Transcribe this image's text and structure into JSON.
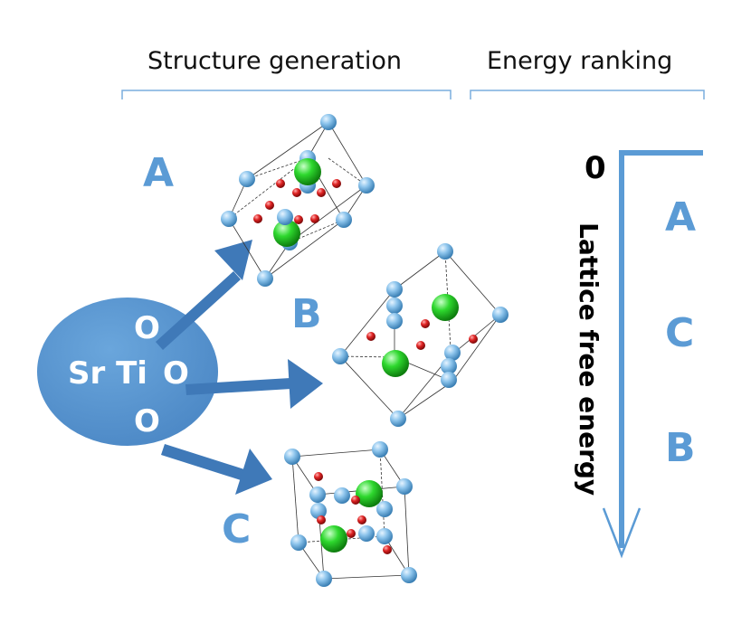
{
  "headers": {
    "structure_generation": "Structure generation",
    "energy_ranking": "Energy ranking"
  },
  "structures": {
    "a": "A",
    "b": "B",
    "c": "C"
  },
  "composition": {
    "o_top": "O",
    "sr_ti": "Sr Ti",
    "o_mid": "O",
    "o_bottom": "O"
  },
  "energy_axis": {
    "zero_label": "0",
    "axis_label": "Lattice free energy",
    "ranking": [
      "A",
      "C",
      "B"
    ]
  },
  "colors": {
    "accent_blue": "#5b9bd5",
    "arrow_blue": "#3f79b8",
    "bracket_blue": "#7aaede",
    "ti_atom": "#8cc4ec",
    "sr_atom": "#28c828",
    "o_atom": "#d42020"
  }
}
